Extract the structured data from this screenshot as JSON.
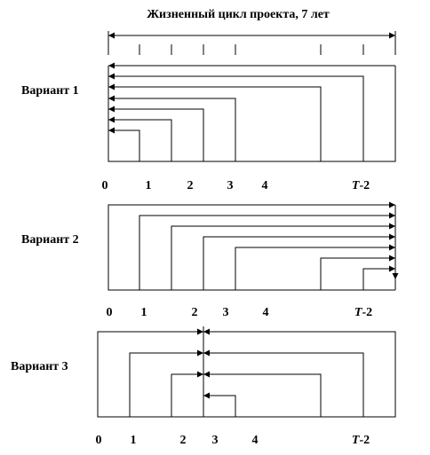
{
  "title": "Жизненный цикл проекта, 7 лет",
  "variant1": {
    "label": "Вариант 1",
    "ticks": [
      "0",
      "1",
      "2",
      "3",
      "4"
    ],
    "tick_t_italic": "T",
    "tick_t_rest": "-2"
  },
  "variant2": {
    "label": "Вариант 2",
    "ticks": [
      "0",
      "1",
      "2",
      "3",
      "4"
    ],
    "tick_t_italic": "T",
    "tick_t_rest": "-2"
  },
  "variant3": {
    "label": "Вариант 3",
    "ticks": [
      "0",
      "1",
      "2",
      "3",
      "4"
    ],
    "tick_t_italic": "T",
    "tick_t_rest": "-2"
  }
}
